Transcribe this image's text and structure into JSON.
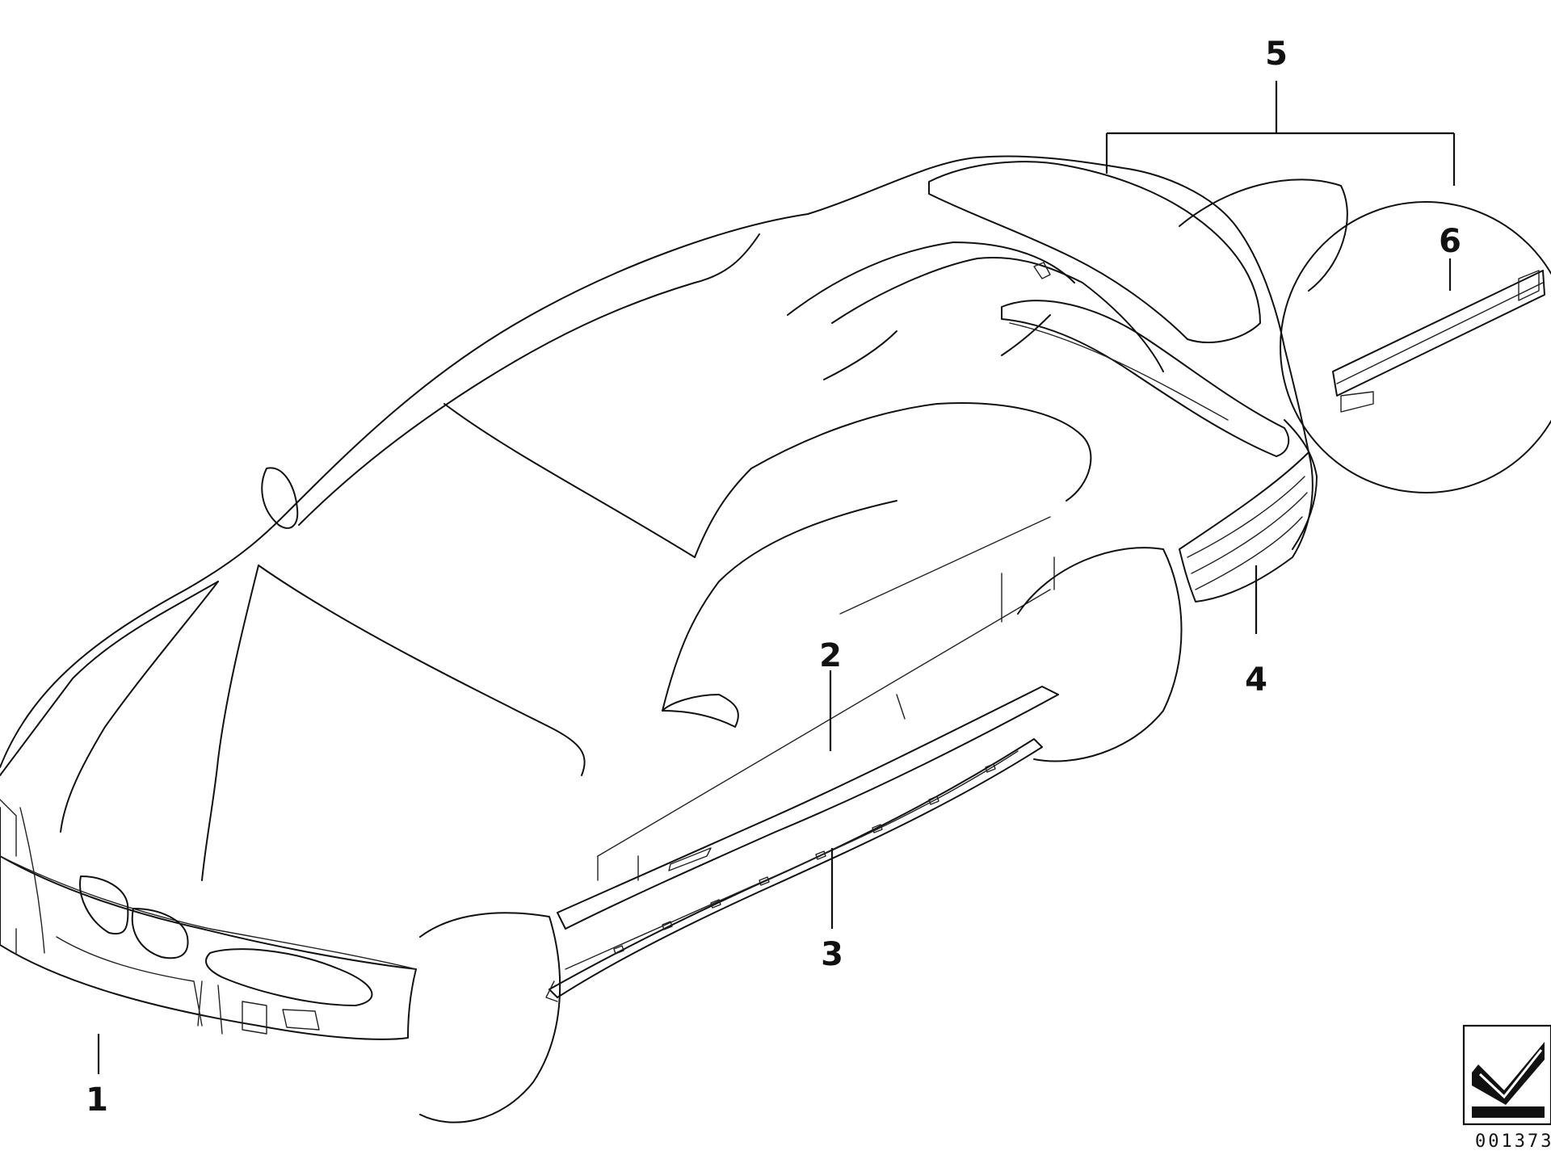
{
  "diagram": {
    "callouts": [
      {
        "id": "1",
        "label": "1"
      },
      {
        "id": "2",
        "label": "2"
      },
      {
        "id": "3",
        "label": "3"
      },
      {
        "id": "4",
        "label": "4"
      },
      {
        "id": "5",
        "label": "5"
      },
      {
        "id": "6",
        "label": "6"
      }
    ],
    "document_number": "001373",
    "line_color": "#111111",
    "background_color": "#ffffff",
    "icons": [
      "bmw-parts-diagram-logo-icon"
    ]
  }
}
